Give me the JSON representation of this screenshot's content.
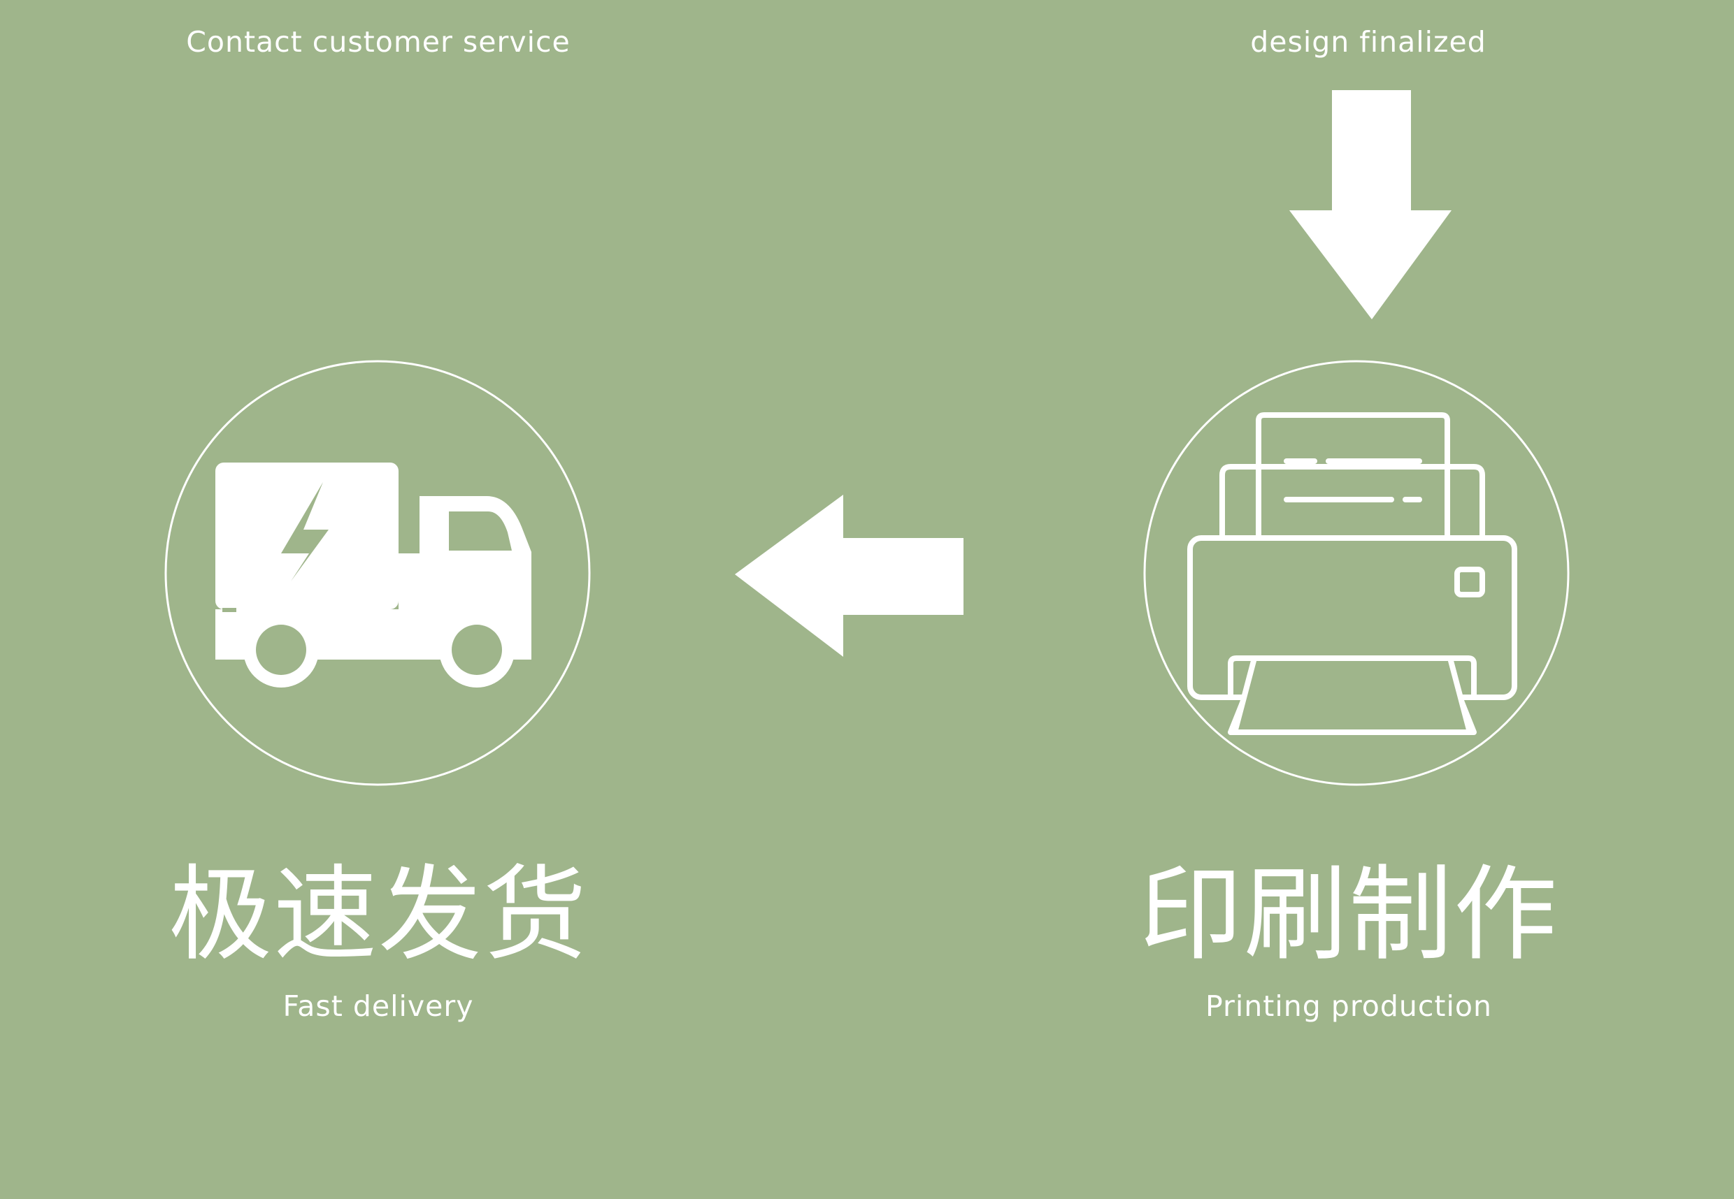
{
  "background_color": "#9fb58b",
  "foreground_color": "#ffffff",
  "steps": {
    "contact": {
      "label_en": "Contact customer service"
    },
    "design": {
      "label_en": "design finalized"
    },
    "delivery": {
      "title_cn": "极速发货",
      "label_en": "Fast delivery",
      "icon": "delivery-truck-icon"
    },
    "printing": {
      "title_cn": "印刷制作",
      "label_en": "Printing production",
      "icon": "printer-icon"
    }
  },
  "arrows": [
    {
      "icon": "arrow-down-icon"
    },
    {
      "icon": "arrow-left-icon"
    }
  ]
}
